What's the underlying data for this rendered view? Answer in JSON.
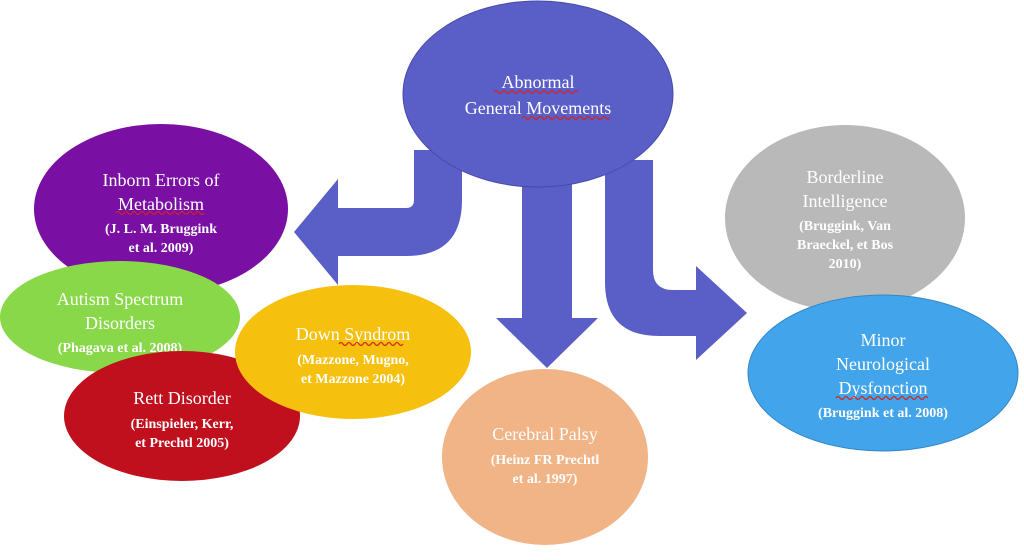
{
  "colors": {
    "root": "#5a5fc8",
    "arrow": "#5a5fc8",
    "inborn": "#7a0fa3",
    "autism": "#88d84a",
    "rett": "#c0101e",
    "down": "#f5c00e",
    "cerebral": "#f0b486",
    "borderline": "#b9b9b9",
    "minor": "#42a4ea"
  },
  "root": {
    "line1": "Abnormal",
    "line2": "General Movements"
  },
  "nodes": {
    "inborn": {
      "title1": "Inborn Errors of",
      "title2": "Metabolism",
      "ref1": "(J. L. M. Bruggink",
      "ref2": "et al. 2009)"
    },
    "autism": {
      "title1": "Autism Spectrum",
      "title2": "Disorders",
      "ref1": "(Phagava et al. 2008)"
    },
    "rett": {
      "title1": "Rett Disorder",
      "ref1": "(Einspieler, Kerr,",
      "ref2": "et Prechtl 2005)"
    },
    "down": {
      "title1": "Down Syndrom",
      "ref1": "(Mazzone, Mugno,",
      "ref2": "et Mazzone 2004)"
    },
    "cerebral": {
      "title1": "Cerebral Palsy",
      "ref1": "(Heinz FR Prechtl",
      "ref2": "et al. 1997)"
    },
    "borderline": {
      "title1": "Borderline",
      "title2": "Intelligence",
      "ref1": "(Bruggink, Van",
      "ref2": "Braeckel, et Bos",
      "ref3": "2010)"
    },
    "minor": {
      "title1": "Minor",
      "title2": "Neurological",
      "title3": "Dysfonction",
      "ref1": "(Bruggink et al. 2008)"
    }
  }
}
